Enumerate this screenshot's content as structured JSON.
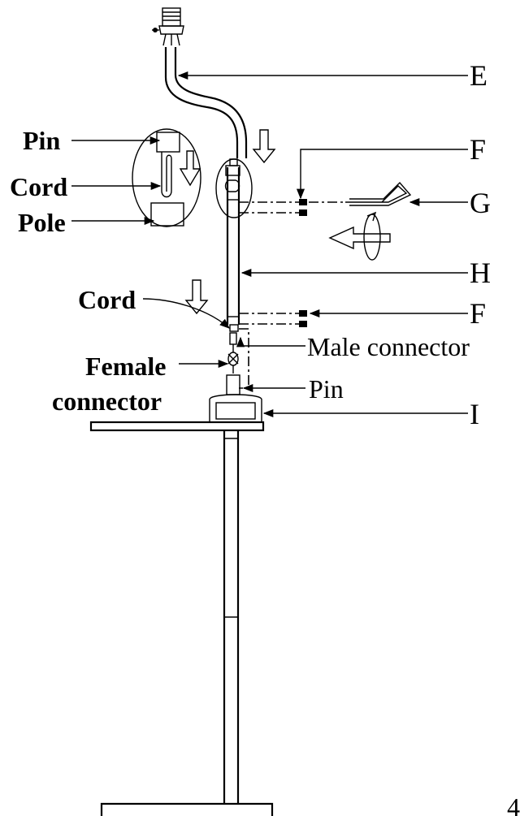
{
  "labels": {
    "E": "E",
    "F_top": "F",
    "G": "G",
    "H": "H",
    "F_bottom": "F",
    "I": "I",
    "pin_callout": "Pin",
    "cord_callout": "Cord",
    "pole_callout": "Pole",
    "cord_lower": "Cord",
    "male_connector": "Male connector",
    "female_connector_line1": "Female",
    "female_connector_line2": "connector",
    "pin_lower": "Pin",
    "page_number": "4"
  },
  "icons": [
    "socket-icon",
    "down-arrow-icon",
    "left-arrow-icon",
    "rotation-arrow-icon",
    "thumb-screw-icon",
    "t-handle-wrench-icon"
  ]
}
